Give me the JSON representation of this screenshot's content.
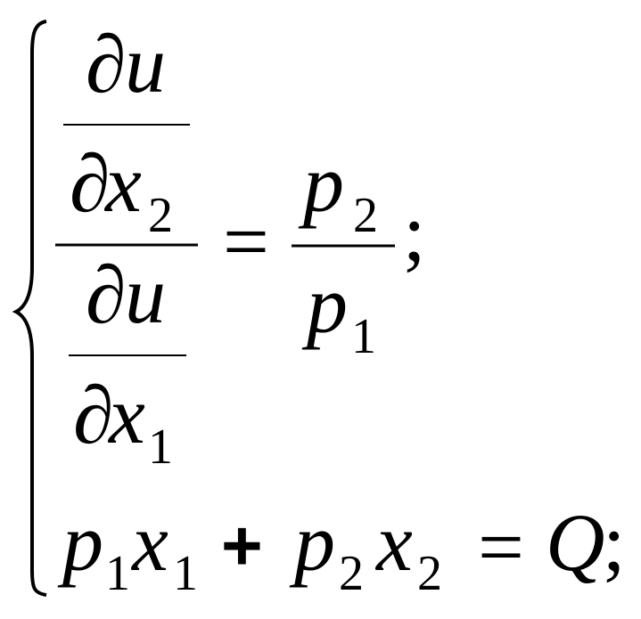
{
  "equation_system": {
    "brace": "{",
    "row1": {
      "outer_numerator": {
        "numerator": {
          "d": "∂",
          "var": "u"
        },
        "denominator": {
          "d": "∂",
          "var": "x",
          "sub": "2"
        }
      },
      "outer_denominator": {
        "numerator": {
          "d": "∂",
          "var": "u"
        },
        "denominator": {
          "d": "∂",
          "var": "x",
          "sub": "1"
        }
      },
      "equals": "=",
      "rhs": {
        "numerator": {
          "var": "p",
          "sub": "2"
        },
        "denominator": {
          "var": "p",
          "sub": "1"
        }
      },
      "terminator": ";"
    },
    "row2": {
      "term1": {
        "p": "p",
        "p_sub": "1",
        "x": "x",
        "x_sub": "1"
      },
      "plus": "+",
      "term2": {
        "p": "p",
        "p_sub": "2",
        "x": "x",
        "x_sub": "2"
      },
      "equals": "=",
      "rhs": "Q",
      "terminator": ";"
    }
  }
}
